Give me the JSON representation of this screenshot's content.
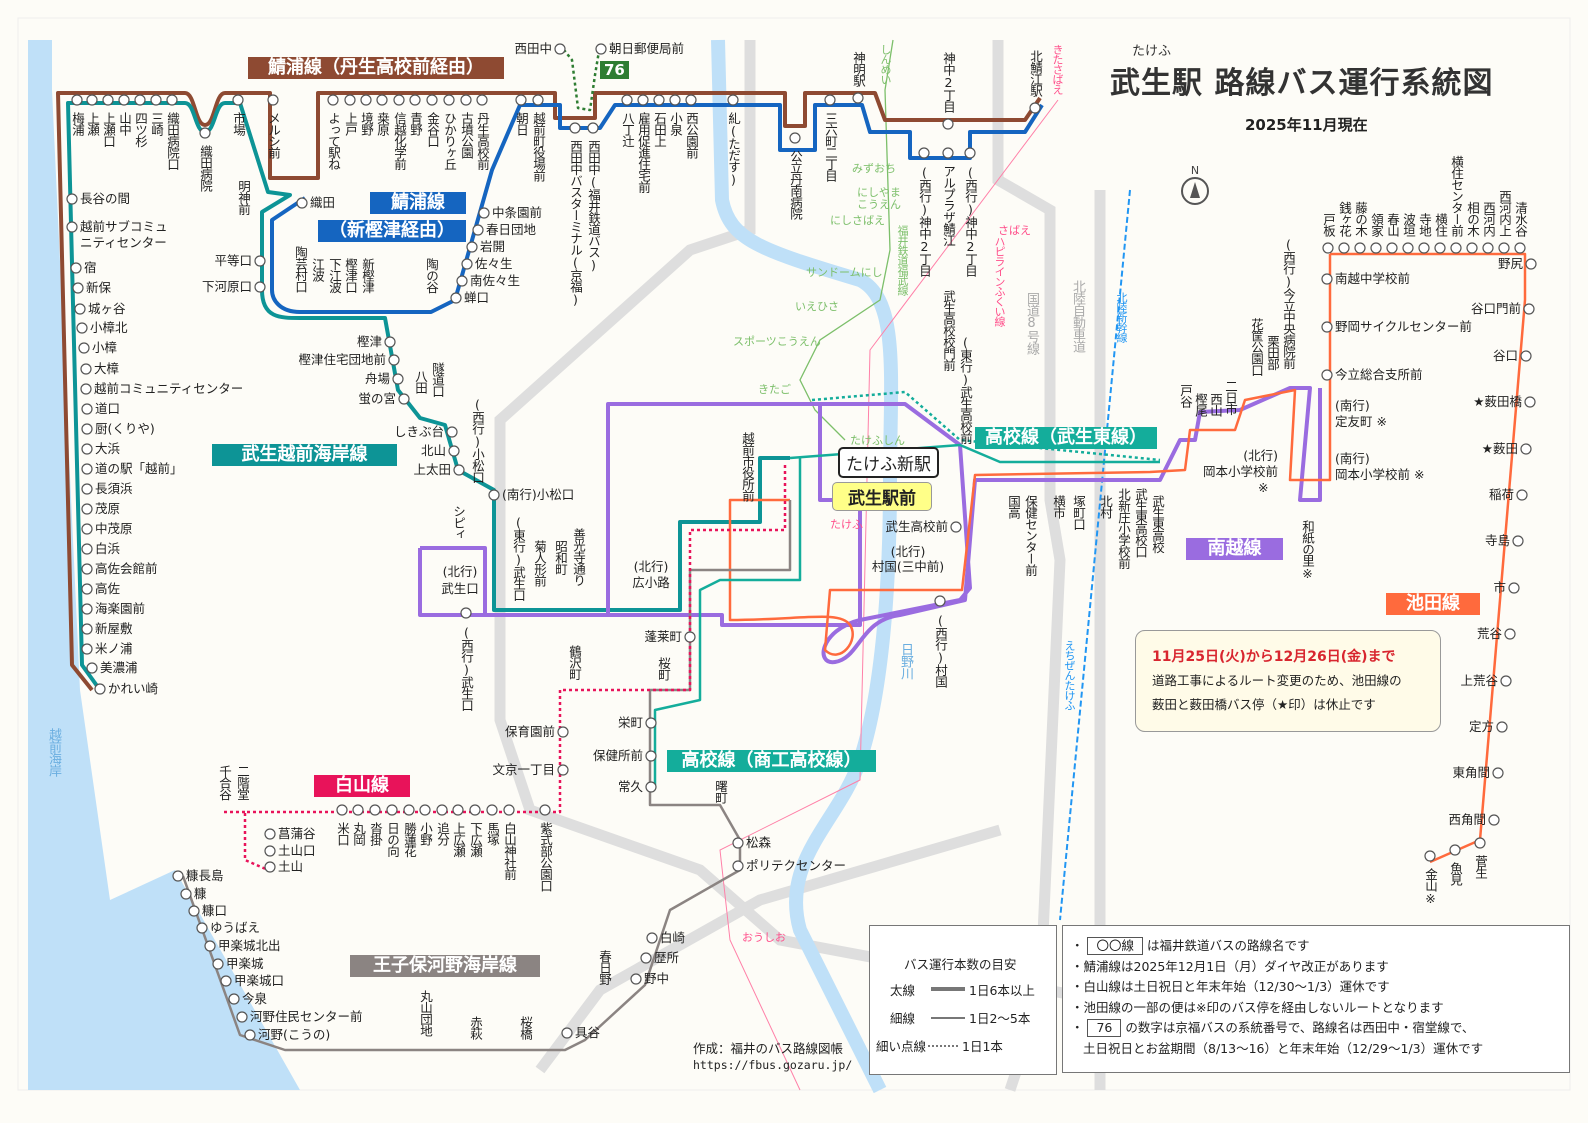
{
  "header": {
    "title_ruby": "たけふ",
    "title": "武生駅 路線バス運行系統図",
    "date": "2025年11月現在",
    "compass": "N"
  },
  "colors": {
    "sabae_brown": "#8e4a32",
    "sabae_blue": "#1565c0",
    "coast_teal": "#0d9496",
    "hs_teal": "#14ad9b",
    "nanetsu_purple": "#9a6ce0",
    "ikeda_orange": "#ff6a3d",
    "hakusan_crimson": "#e8135a",
    "oujiho_gray": "#8b8482",
    "kyofuku_green": "#2e7d32",
    "river": "#bfe0f8",
    "highway": "#dedede"
  },
  "line_tags": {
    "sabae_nyu": "鯖浦線（丹生高校前経由）",
    "kyofuku_76": "76",
    "sabae_shin1": "鯖浦線",
    "sabae_shin2": "（新樫津経由）",
    "coast": "武生越前海岸線",
    "hs_east": "高校線（武生東線）",
    "nanetsu": "南越線",
    "ikeda": "池田線",
    "hakusan": "白山線",
    "hs_shoko": "高校線（商工高校線）",
    "oujiho": "王子保河野海岸線"
  },
  "hubs": {
    "takefu_shin": "たけふ新駅",
    "takefu_eki": "武生駅前"
  },
  "stops": {
    "sabae_top": [
      "梅浦",
      "上瀬",
      "上瀬口",
      "山中",
      "四ツ杉",
      "三崎",
      "織田病院口",
      "市場",
      "メルシ前",
      "よって駅ね",
      "上戸",
      "境野",
      "桒原",
      "信越化学前",
      "青野",
      "金谷口",
      "ひかりヶ丘",
      "古墳公園",
      "丹生高校前",
      "朝日",
      "越前町役場前",
      "八丁辻",
      "雇用促進住宅前",
      "石田上",
      "小泉",
      "西公園前",
      "糺(ただす)",
      "三六町二丁目"
    ],
    "sabae_misc_v": [
      "織田病院",
      "西田中(福井鉄道バス)",
      "西田中バスターミナル(京福)",
      "公立丹南病院",
      "(西行)神中2丁目",
      "アルプラザ鯖江",
      "(西行)神中2丁目",
      "明神前"
    ],
    "sabae_above": [
      "神明駅",
      "神中2丁目",
      "北鯖江駅"
    ],
    "kyofuku": [
      "西田中",
      "朝日郵便局前"
    ],
    "sabae_blue_right": [
      "中条園前",
      "春日団地",
      "岩開",
      "佐々生",
      "南佐々生",
      "蝉口",
      "織田"
    ],
    "sabae_blue_above": [
      "陶芸村口",
      "江波",
      "下江波",
      "樫津口",
      "新樫津",
      "陶の谷"
    ],
    "sabae_left": [
      "平等口",
      "下河原口"
    ],
    "coast": [
      "長谷の間",
      "越前サブコミュ",
      "ニティセンター",
      "宿",
      "新保",
      "城ヶ谷",
      "小樟北",
      "小樟",
      "大樟",
      "越前コミュニティセンター",
      "道口",
      "厨(くりや)",
      "大浜",
      "道の駅「越前」",
      "長須浜",
      "茂原",
      "中茂原",
      "白浜",
      "高佐会館前",
      "高佐",
      "海楽園前",
      "新屋敷",
      "米ノ浦",
      "美濃浦",
      "かれい崎"
    ],
    "coast_inner_left": [
      "樫津",
      "樫津住宅団地前",
      "舟場",
      "蛍の宮",
      "しきぶ台",
      "北山",
      "上太田"
    ],
    "coast_inner_v": [
      "八田",
      "隧道口",
      "(西行)小松口"
    ],
    "coast_inner_right": [
      "(南行)小松口"
    ],
    "center_v": [
      "シピィ",
      "(西行)武生口",
      "(東行)武生口",
      "菊人形前",
      "昭和町",
      "善光寺通り",
      "越前市役所前",
      "(西行)村国",
      "武生高校校門前",
      "(東行)武生高校前"
    ],
    "center_box": [
      "(北行)",
      "武生口",
      "(北行)",
      "広小路",
      "(北行)",
      "村国(三中前)"
    ],
    "center_h": [
      "武生高校前"
    ],
    "hs_east_v": [
      "国高",
      "保健センター前",
      "横市",
      "塚町口",
      "北村",
      "北新庄小学校前",
      "武生東高校口",
      "武生東高校"
    ],
    "nanetsu_v": [
      "戸谷",
      "樫尾",
      "西山",
      "二日市",
      "花筐公園口",
      "栗田部",
      "(西行)今立中央病院前",
      "和紙の里※"
    ],
    "nanetsu_h": [
      "今立総合支所前",
      "(南行)",
      "定友町 ※",
      "(北行)",
      "岡本小学校前",
      "※",
      "(南行)",
      "岡本小学校前 ※"
    ],
    "ikeda_top": [
      "戸板",
      "銭ヶ花",
      "藤の木",
      "領家",
      "春山",
      "波垣",
      "寺地",
      "横住",
      "横住センター前",
      "相の木",
      "西河内",
      "西河内上",
      "清水谷"
    ],
    "ikeda_left": [
      "南越中学校前",
      "野岡サイクルセンター前"
    ],
    "ikeda_right": [
      "野尻",
      "谷口門前",
      "谷口",
      "★薮田橋",
      "★薮田",
      "稲荷",
      "寺島",
      "市",
      "荒谷",
      "上荒谷",
      "定方",
      "東角間",
      "西角間"
    ],
    "ikeda_bottom": [
      "菅生",
      "魚見",
      "金山※"
    ],
    "shoko_left": [
      "蓬莱町",
      "栄町",
      "保健所前",
      "常久"
    ],
    "shoko_v": [
      "桜町",
      "曙町"
    ],
    "oujiho_right": [
      "松森",
      "ポリテクセンター",
      "白崎",
      "歴所",
      "野中",
      "具谷"
    ],
    "oujiho_v": [
      "春日野",
      "桜橋",
      "赤萩",
      "丸山団地"
    ],
    "oujiho_coast": [
      "糠長島",
      "糠",
      "糠口",
      "ゆうばえ",
      "甲楽城北出",
      "甲楽城",
      "甲楽城口",
      "今泉",
      "河野住民センター前",
      "河野(こうの)"
    ],
    "hakusan_v": [
      "鶴沢町",
      "千合谷",
      "二階堂",
      "米口",
      "丸岡",
      "沓掛",
      "日の向",
      "勝蓮花",
      "小野",
      "追分",
      "上広瀬",
      "下広瀬",
      "馬塚",
      "白山神社前",
      "紫式部公園口"
    ],
    "hakusan_left": [
      "保育園前",
      "文京一丁目"
    ],
    "hakusan_right": [
      "菖蒲谷",
      "土山口",
      "土山"
    ]
  },
  "rail": {
    "fukubu_line": "福井鉄道福武線",
    "fukubu_stations": [
      "しんめい",
      "みずおち",
      "にしやま",
      "こうえん",
      "にしさばえ",
      "サンドームにし",
      "いえひさ",
      "スポーツこうえん",
      "きたご",
      "たけふしん"
    ],
    "hapiline": "ハピラインふくい線",
    "hapiline_stations": [
      "きたさばえ",
      "さばえ",
      "たけふ",
      "おうしお"
    ],
    "expressway": "北陸自動車道",
    "route8": "国道8号線",
    "shinkansen": "北陸新幹線",
    "echizen_takefu": "えちぜんたけふ",
    "river": "日野川",
    "coast": "越前海岸"
  },
  "notice": {
    "heading": "11月25日(火)から12月26日(金)まで",
    "line1": "道路工事によるルート変更のため、池田線の",
    "line2": "薮田と薮田橋バス停（★印）は休止です"
  },
  "legend": {
    "title": "バス運行本数の目安",
    "rows": [
      {
        "label": "太線",
        "desc": "1日6本以上"
      },
      {
        "label": "細線",
        "desc": "1日2〜5本"
      },
      {
        "label": "細い点線",
        "desc": "1日1本"
      }
    ]
  },
  "notes": {
    "n1_box": "〇〇線",
    "n1": "は福井鉄道バスの路線名です",
    "n2": "・鯖浦線は2025年12月1日（月）ダイヤ改正があります",
    "n3": "・白山線は土日祝日と年末年始（12/30〜1/3）運休です",
    "n4": "・池田線の一部の便は※印のバス停を経由しないルートとなります",
    "n5_box": "76",
    "n5": "の数字は京福バスの系統番号で、路線名は西田中・宿堂線で、",
    "n6": "土日祝日とお盆期間（8/13〜16）と年末年始（12/29〜1/3）運休です"
  },
  "credit": {
    "line1": "作成：福井のバス路線図帳",
    "line2": "https://fbus.gozaru.jp/"
  }
}
